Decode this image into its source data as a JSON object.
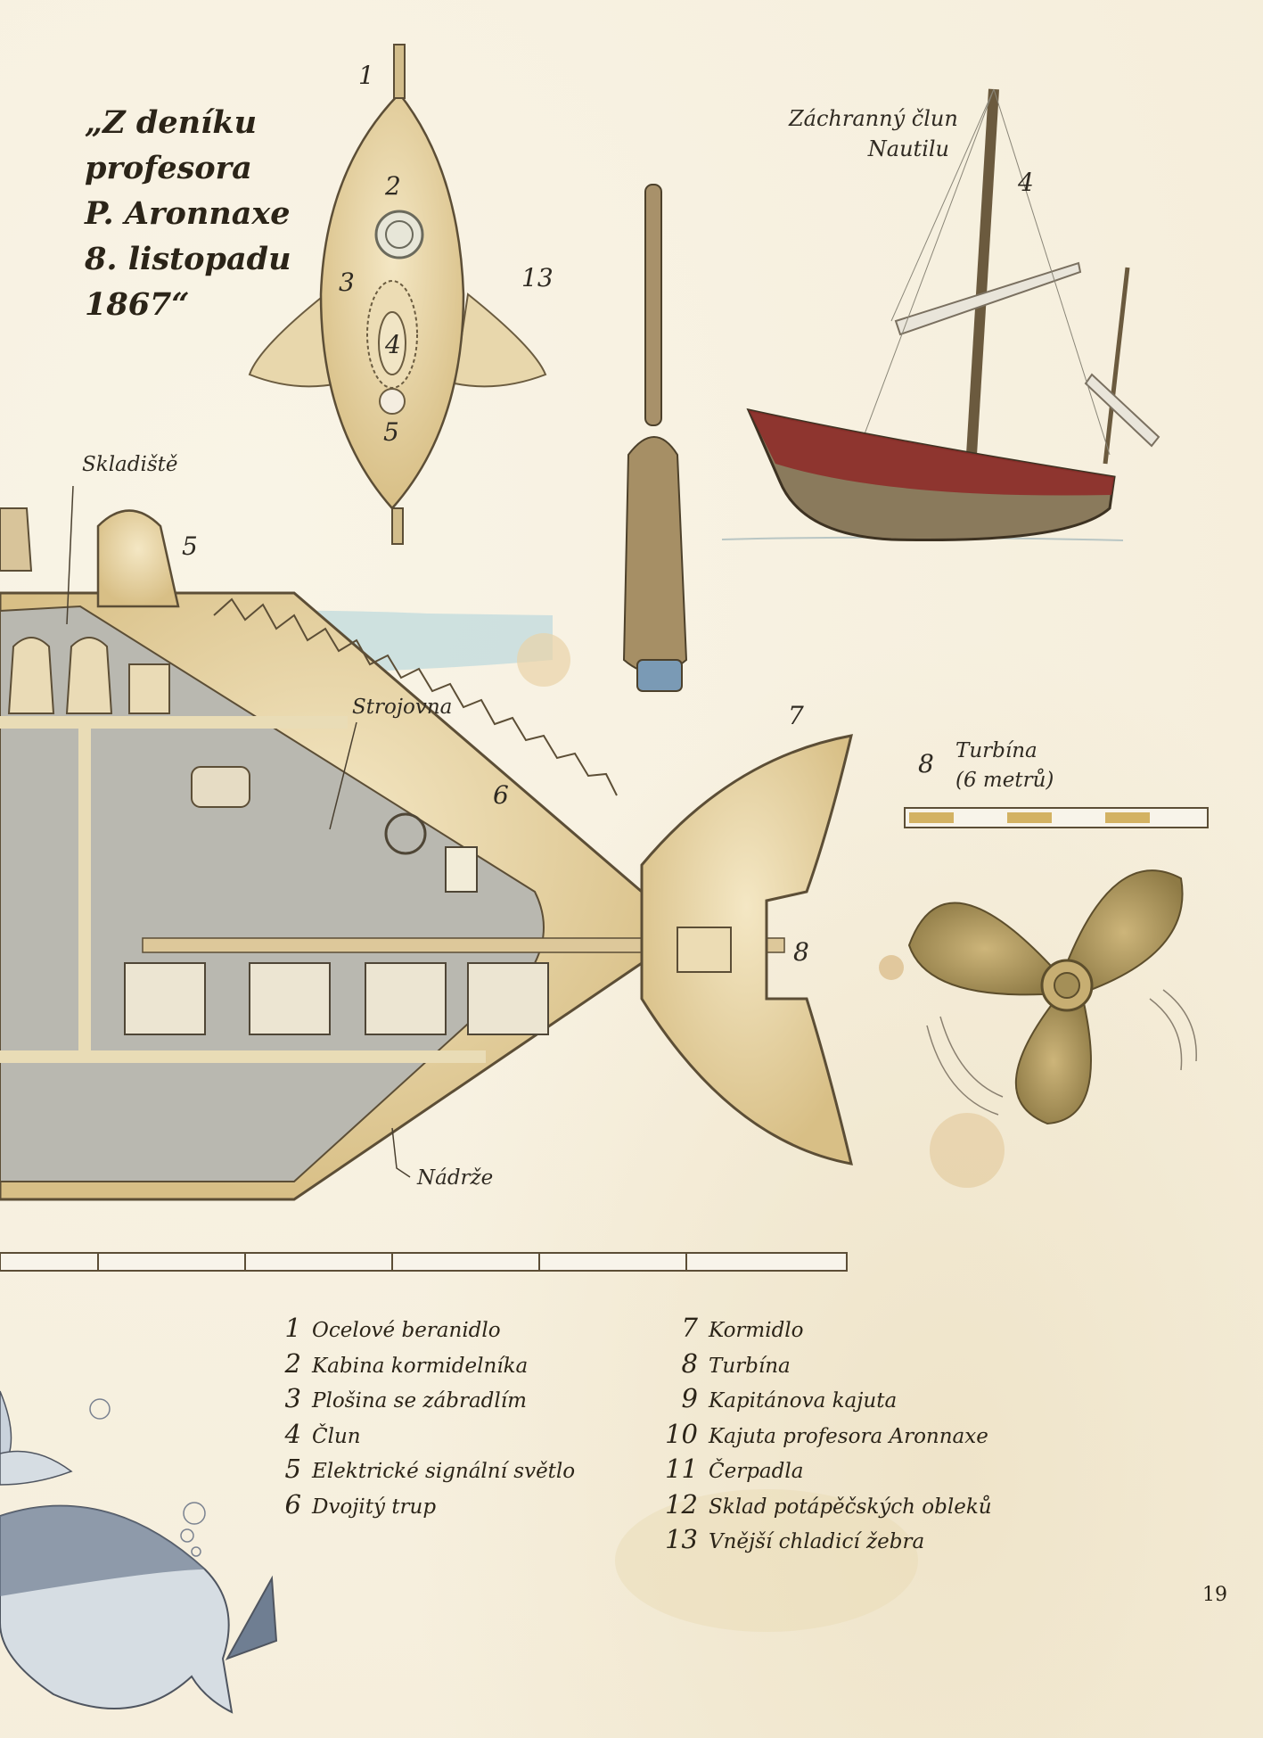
{
  "title_lines": [
    "„Z deníku",
    "profesora",
    "P. Aronnaxe",
    "8. listopadu",
    "1867“"
  ],
  "labels": {
    "boat": "Záchranný člun Nautilu",
    "boat_l1": "Záchranný člun",
    "boat_l2": "Nautilu",
    "storage": "Skladiště",
    "engine_room": "Strojovna",
    "tanks": "Nádrže",
    "turbine_l1": "Turbína",
    "turbine_l2": "(6 metrů)"
  },
  "callouts": {
    "top_1": "1",
    "top_2": "2",
    "top_3": "3",
    "top_4": "4",
    "top_5": "5",
    "top_13": "13",
    "boat_4": "4",
    "side_5": "5",
    "side_6": "6",
    "side_7": "7",
    "side_8": "8",
    "turbine_8": "8"
  },
  "legend": [
    {
      "n": "1",
      "label": "Ocelové beranidlo"
    },
    {
      "n": "2",
      "label": "Kabina kormidelníka"
    },
    {
      "n": "3",
      "label": "Plošina se zábradlím"
    },
    {
      "n": "4",
      "label": "Člun"
    },
    {
      "n": "5",
      "label": "Elektrické signální světlo"
    },
    {
      "n": "6",
      "label": "Dvojitý trup"
    },
    {
      "n": "7",
      "label": "Kormidlo"
    },
    {
      "n": "8",
      "label": "Turbína"
    },
    {
      "n": "9",
      "label": "Kapitánova kajuta"
    },
    {
      "n": "10",
      "label": "Kajuta profesora Aronnaxe"
    },
    {
      "n": "11",
      "label": "Čerpadla"
    },
    {
      "n": "12",
      "label": "Sklad potápěčských obleků"
    },
    {
      "n": "13",
      "label": "Vnější chladicí žebra"
    }
  ],
  "page_number": "19",
  "colors": {
    "paper": "#f6f0e1",
    "hull": "#ecdcb2",
    "interior": "#bcbcb4",
    "boat_red": "#8e2d2a",
    "bronze": "#b59a5c"
  }
}
